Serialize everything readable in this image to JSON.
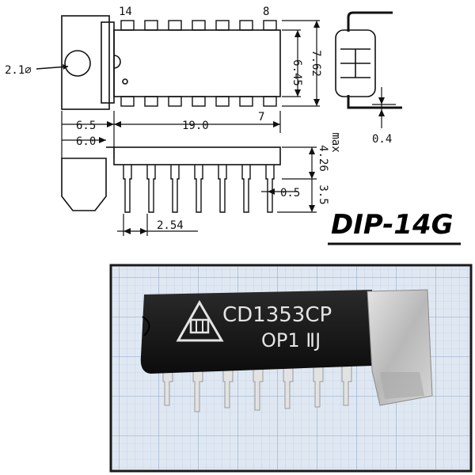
{
  "diagram": {
    "pin_labels": {
      "pin14": "14",
      "pin8": "8",
      "pin7": "7"
    },
    "dims": {
      "hole_diameter": "2.1",
      "width_body": "6.45",
      "width_total": "7.62",
      "tab_offset_1": "6.5",
      "tab_offset_2": "6.0",
      "body_length": "19.0",
      "height_max": "4.26",
      "height_max_suffix": "max",
      "pin_width": "0.5",
      "pin_length": "3.5",
      "pin_pitch": "2.54",
      "lead_thickness": "0.4"
    },
    "package_name": "DIP-14G"
  },
  "photo": {
    "chip_label_line1": "CD1353CP",
    "chip_label_line2": "OP1 ⅡJ",
    "colors": {
      "grid_bg": "#dde6f0",
      "grid_line": "#9fb3cf",
      "chip_body": "#151515",
      "heatsink": "#c9c9c9",
      "pins": "#e6e6e6"
    }
  }
}
